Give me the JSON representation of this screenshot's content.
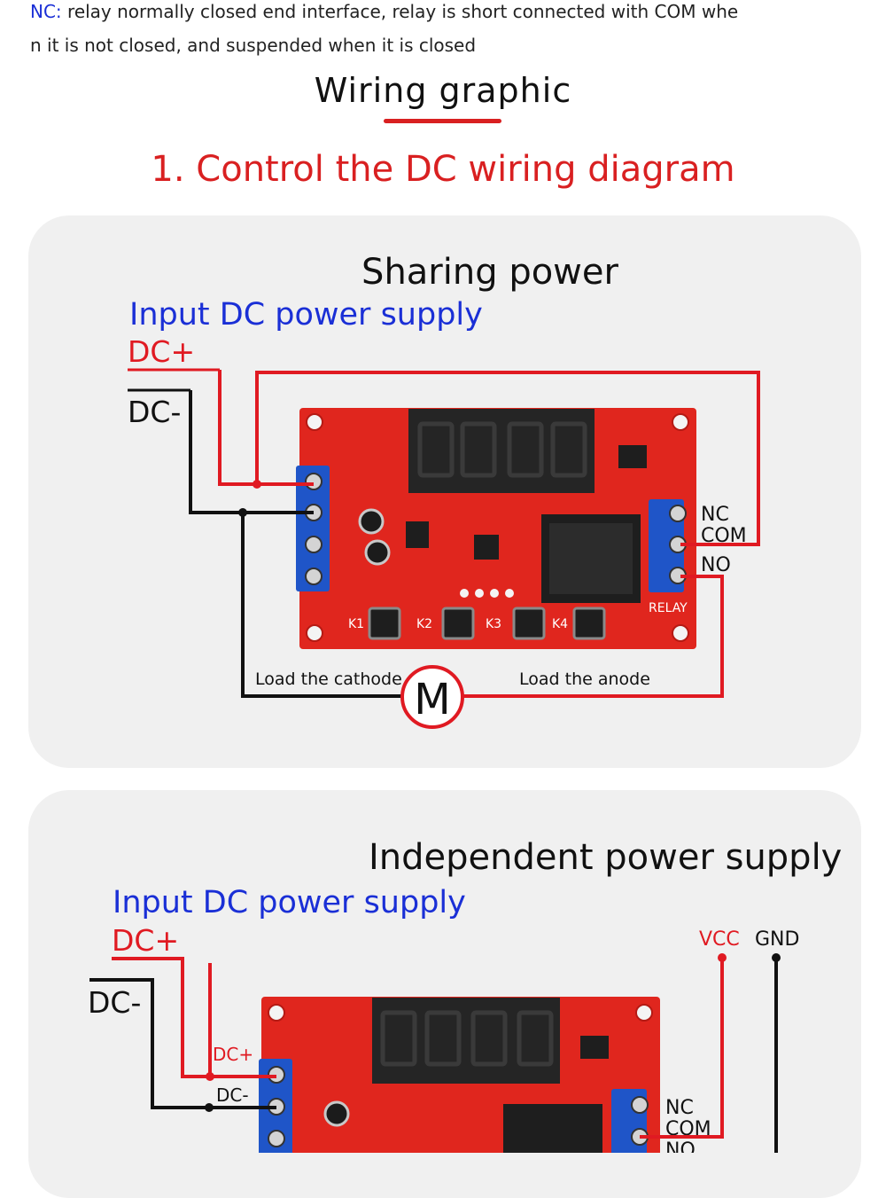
{
  "intro": {
    "nc_label": "NC:",
    "nc_text_line1": " relay normally closed end interface, relay is short connected with COM whe",
    "nc_text_line2": "n it is not closed, and suspended when it is closed"
  },
  "wiring_title": "Wiring graphic",
  "section_title": "1. Control the DC wiring diagram",
  "diagrams": [
    {
      "title": "Sharing power",
      "input_label": "Input DC power supply",
      "dc_plus": "DC+",
      "dc_minus": "DC-",
      "relay_nc": "NC",
      "relay_com": "COM",
      "relay_no": "NO",
      "relay_board_label": "RELAY",
      "keys": [
        "K1",
        "K2",
        "K3",
        "K4"
      ],
      "load_cathode": "Load the cathode",
      "load_anode": "Load the anode",
      "motor": "M"
    },
    {
      "title": "Independent power supply",
      "input_label": "Input DC power supply",
      "dc_plus": "DC+",
      "dc_minus": "DC-",
      "board_dc_plus": "DC+",
      "board_dc_minus": "DC-",
      "vcc": "VCC",
      "gnd": "GND",
      "relay_nc": "NC",
      "relay_com": "COM",
      "relay_no": "NO"
    }
  ],
  "colors": {
    "red_wire": "#e01a22",
    "black_wire": "#111111",
    "board": "#e0261e",
    "terminal": "#1f55c8",
    "blue_text": "#1a2fd6",
    "display": "#252525"
  }
}
